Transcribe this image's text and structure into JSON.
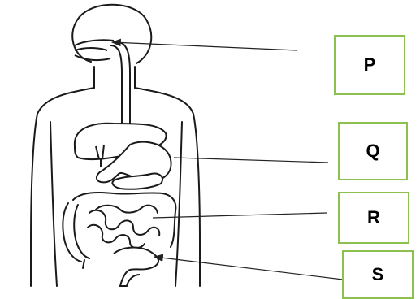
{
  "labels": {
    "p": "P",
    "q": "Q",
    "r": "R",
    "s": "S"
  },
  "colors": {
    "box_border": "#8cc152",
    "outline": "#1a1a1a",
    "pointer": "#222222"
  }
}
